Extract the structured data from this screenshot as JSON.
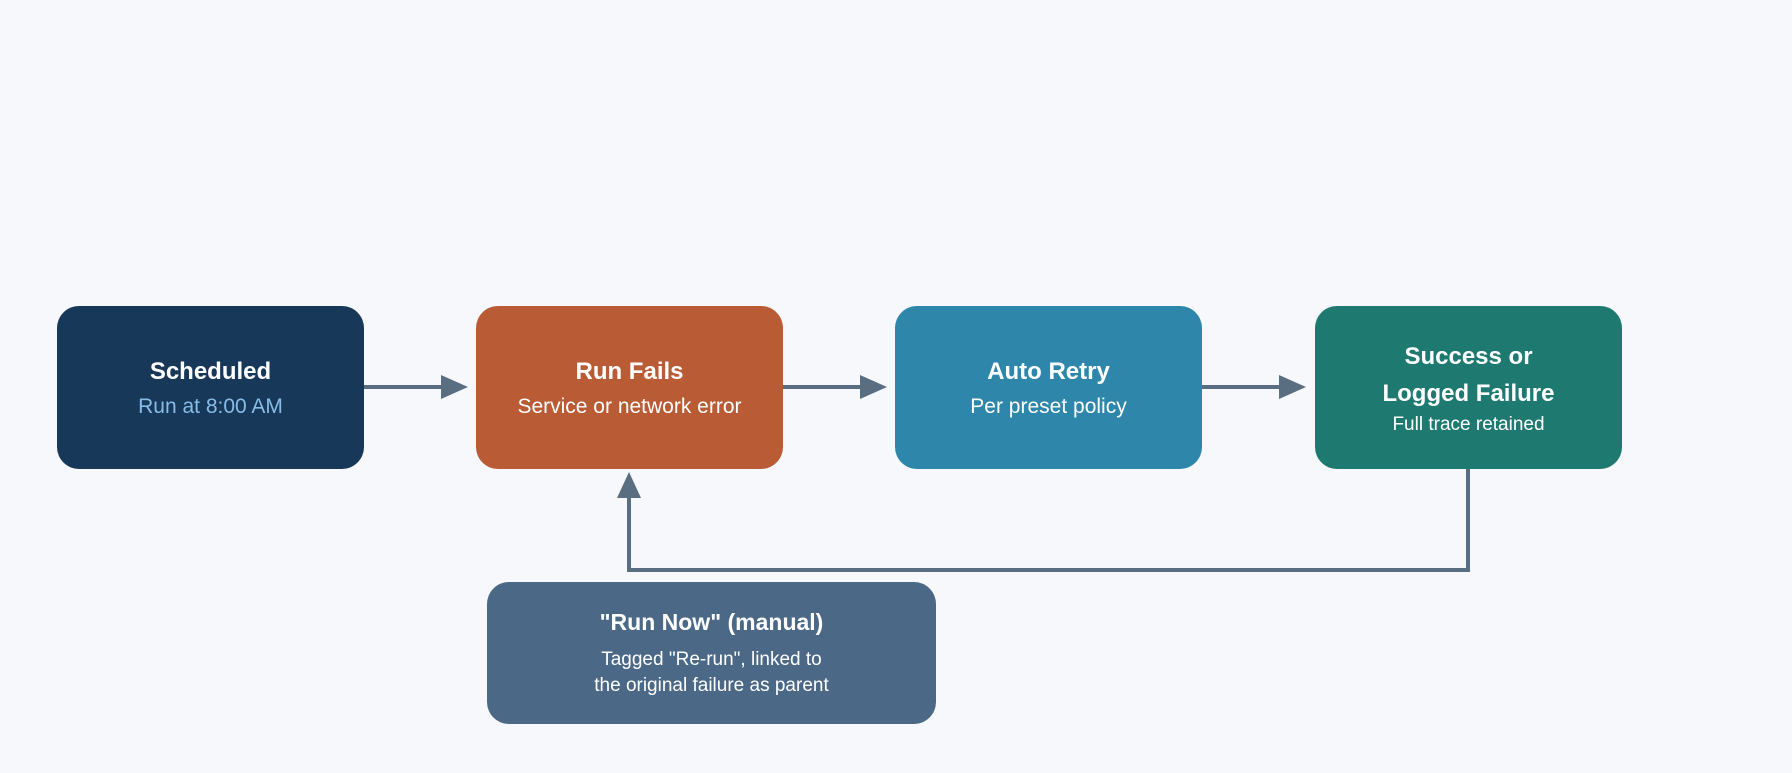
{
  "colors": {
    "background": "#f6f8fc",
    "connector": "#5a6e82",
    "text_light": "#ffffff"
  },
  "nodes": {
    "scheduled": {
      "title": "Scheduled",
      "subtitle": "Run at 8:00 AM",
      "fill": "#18385a",
      "subtitle_color": "#86bde6"
    },
    "run_fails": {
      "title": "Run Fails",
      "subtitle": "Service or network error",
      "fill": "#b95b35"
    },
    "auto_retry": {
      "title": "Auto Retry",
      "subtitle": "Per preset policy",
      "fill": "#2e87ab"
    },
    "outcome": {
      "title_line1": "Success or",
      "title_line2": "Logged Failure",
      "subtitle": "Full trace retained",
      "fill": "#1e7a70"
    },
    "run_now": {
      "title": "\"Run Now\" (manual)",
      "subtitle_line1": "Tagged \"Re-run\", linked to",
      "subtitle_line2": "the original failure as parent",
      "fill": "#4b6886"
    }
  }
}
